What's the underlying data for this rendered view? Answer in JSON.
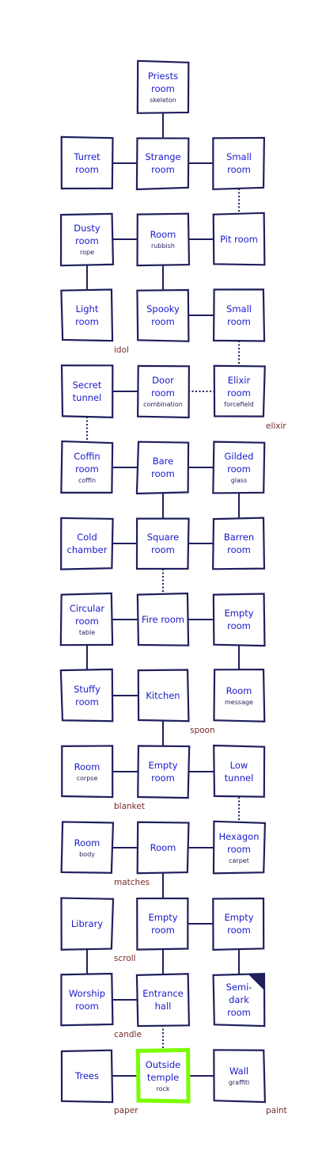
{
  "colors": {
    "room_border": "#1f1f5e",
    "room_text": "#1a1acc",
    "item_text": "#1f1f5e",
    "outside_item_text": "#7a2a2a",
    "current_room_highlight": "#7cfc00"
  },
  "rooms": [
    {
      "id": "priests-room",
      "name": [
        "Priests",
        "room"
      ],
      "item": "skeleton",
      "row": 0,
      "col": 1
    },
    {
      "id": "turret-room",
      "name": [
        "Turret",
        "room"
      ],
      "item": "",
      "row": 1,
      "col": 0
    },
    {
      "id": "strange-room",
      "name": [
        "Strange",
        "room"
      ],
      "item": "",
      "row": 1,
      "col": 1
    },
    {
      "id": "small-room-1",
      "name": [
        "Small",
        "room"
      ],
      "item": "",
      "row": 1,
      "col": 2
    },
    {
      "id": "dusty-room",
      "name": [
        "Dusty",
        "room"
      ],
      "item": "rope",
      "row": 2,
      "col": 0
    },
    {
      "id": "room-rubbish",
      "name": [
        "Room"
      ],
      "item": "rubbish",
      "row": 2,
      "col": 1
    },
    {
      "id": "pit-room",
      "name": [
        "Pit room"
      ],
      "item": "",
      "row": 2,
      "col": 2
    },
    {
      "id": "light-room",
      "name": [
        "Light",
        "room"
      ],
      "item": "",
      "row": 3,
      "col": 0
    },
    {
      "id": "spooky-room",
      "name": [
        "Spooky",
        "room"
      ],
      "item": "",
      "row": 3,
      "col": 1
    },
    {
      "id": "small-room-2",
      "name": [
        "Small",
        "room"
      ],
      "item": "",
      "row": 3,
      "col": 2
    },
    {
      "id": "secret-tunnel",
      "name": [
        "Secret",
        "tunnel"
      ],
      "item": "",
      "row": 4,
      "col": 0
    },
    {
      "id": "door-room",
      "name": [
        "Door",
        "room"
      ],
      "item": "combination",
      "row": 4,
      "col": 1
    },
    {
      "id": "elixir-room",
      "name": [
        "Elixir",
        "room"
      ],
      "item": "forcefield",
      "row": 4,
      "col": 2
    },
    {
      "id": "coffin-room",
      "name": [
        "Coffin",
        "room"
      ],
      "item": "coffin",
      "row": 5,
      "col": 0
    },
    {
      "id": "bare-room",
      "name": [
        "Bare",
        "room"
      ],
      "item": "",
      "row": 5,
      "col": 1
    },
    {
      "id": "gilded-room",
      "name": [
        "Gilded",
        "room"
      ],
      "item": "glass",
      "row": 5,
      "col": 2
    },
    {
      "id": "cold-chamber",
      "name": [
        "Cold",
        "chamber"
      ],
      "item": "",
      "row": 6,
      "col": 0
    },
    {
      "id": "square-room",
      "name": [
        "Square",
        "room"
      ],
      "item": "",
      "row": 6,
      "col": 1
    },
    {
      "id": "barren-room",
      "name": [
        "Barren",
        "room"
      ],
      "item": "",
      "row": 6,
      "col": 2
    },
    {
      "id": "circular-room",
      "name": [
        "Circular",
        "room"
      ],
      "item": "table",
      "row": 7,
      "col": 0
    },
    {
      "id": "fire-room",
      "name": [
        "Fire room"
      ],
      "item": "",
      "row": 7,
      "col": 1
    },
    {
      "id": "empty-room-1",
      "name": [
        "Empty",
        "room"
      ],
      "item": "",
      "row": 7,
      "col": 2
    },
    {
      "id": "stuffy-room",
      "name": [
        "Stuffy",
        "room"
      ],
      "item": "",
      "row": 8,
      "col": 0
    },
    {
      "id": "kitchen",
      "name": [
        "Kitchen"
      ],
      "item": "",
      "row": 8,
      "col": 1
    },
    {
      "id": "room-message",
      "name": [
        "Room"
      ],
      "item": "message",
      "row": 8,
      "col": 2
    },
    {
      "id": "room-corpse",
      "name": [
        "Room"
      ],
      "item": "corpse",
      "row": 9,
      "col": 0
    },
    {
      "id": "empty-room-2",
      "name": [
        "Empty",
        "room"
      ],
      "item": "",
      "row": 9,
      "col": 1
    },
    {
      "id": "low-tunnel",
      "name": [
        "Low",
        "tunnel"
      ],
      "item": "",
      "row": 9,
      "col": 2
    },
    {
      "id": "room-body",
      "name": [
        "Room"
      ],
      "item": "body",
      "row": 10,
      "col": 0
    },
    {
      "id": "room-plain",
      "name": [
        "Room"
      ],
      "item": "",
      "row": 10,
      "col": 1
    },
    {
      "id": "hexagon-room",
      "name": [
        "Hexagon",
        "room"
      ],
      "item": "carpet",
      "row": 10,
      "col": 2
    },
    {
      "id": "library",
      "name": [
        "Library"
      ],
      "item": "",
      "row": 11,
      "col": 0
    },
    {
      "id": "empty-room-3",
      "name": [
        "Empty",
        "room"
      ],
      "item": "",
      "row": 11,
      "col": 1
    },
    {
      "id": "empty-room-4",
      "name": [
        "Empty",
        "room"
      ],
      "item": "",
      "row": 11,
      "col": 2
    },
    {
      "id": "worship-room",
      "name": [
        "Worship",
        "room"
      ],
      "item": "",
      "row": 12,
      "col": 0
    },
    {
      "id": "entrance-hall",
      "name": [
        "Entrance",
        "hall"
      ],
      "item": "",
      "row": 12,
      "col": 1
    },
    {
      "id": "semi-dark-room",
      "name": [
        "Semi-",
        "dark",
        "room"
      ],
      "item": "",
      "row": 12,
      "col": 2,
      "dark_corner": true
    },
    {
      "id": "trees",
      "name": [
        "Trees"
      ],
      "item": "",
      "row": 13,
      "col": 0
    },
    {
      "id": "outside-temple",
      "name": [
        "Outside",
        "temple"
      ],
      "item": "rock",
      "row": 13,
      "col": 1,
      "current": true
    },
    {
      "id": "wall",
      "name": [
        "Wall"
      ],
      "item": "graffiti",
      "row": 13,
      "col": 2
    }
  ],
  "connections": [
    {
      "from": "priests-room",
      "to": "strange-room",
      "style": "solid"
    },
    {
      "from": "turret-room",
      "to": "strange-room",
      "style": "solid"
    },
    {
      "from": "strange-room",
      "to": "small-room-1",
      "style": "solid"
    },
    {
      "from": "small-room-1",
      "to": "pit-room",
      "style": "dotted"
    },
    {
      "from": "dusty-room",
      "to": "room-rubbish",
      "style": "solid"
    },
    {
      "from": "room-rubbish",
      "to": "pit-room",
      "style": "solid"
    },
    {
      "from": "dusty-room",
      "to": "light-room",
      "style": "solid"
    },
    {
      "from": "room-rubbish",
      "to": "spooky-room",
      "style": "solid"
    },
    {
      "from": "spooky-room",
      "to": "small-room-2",
      "style": "solid"
    },
    {
      "from": "small-room-2",
      "to": "elixir-room",
      "style": "dotted"
    },
    {
      "from": "secret-tunnel",
      "to": "door-room",
      "style": "solid"
    },
    {
      "from": "door-room",
      "to": "elixir-room",
      "style": "dotted"
    },
    {
      "from": "secret-tunnel",
      "to": "coffin-room",
      "style": "dotted"
    },
    {
      "from": "coffin-room",
      "to": "bare-room",
      "style": "solid"
    },
    {
      "from": "bare-room",
      "to": "gilded-room",
      "style": "solid"
    },
    {
      "from": "bare-room",
      "to": "square-room",
      "style": "solid"
    },
    {
      "from": "gilded-room",
      "to": "barren-room",
      "style": "solid"
    },
    {
      "from": "cold-chamber",
      "to": "square-room",
      "style": "solid"
    },
    {
      "from": "square-room",
      "to": "barren-room",
      "style": "solid"
    },
    {
      "from": "square-room",
      "to": "fire-room",
      "style": "dotted"
    },
    {
      "from": "circular-room",
      "to": "fire-room",
      "style": "solid"
    },
    {
      "from": "fire-room",
      "to": "empty-room-1",
      "style": "solid"
    },
    {
      "from": "circular-room",
      "to": "stuffy-room",
      "style": "solid"
    },
    {
      "from": "empty-room-1",
      "to": "room-message",
      "style": "solid"
    },
    {
      "from": "stuffy-room",
      "to": "kitchen",
      "style": "solid"
    },
    {
      "from": "kitchen",
      "to": "empty-room-2",
      "style": "solid"
    },
    {
      "from": "room-corpse",
      "to": "empty-room-2",
      "style": "solid"
    },
    {
      "from": "empty-room-2",
      "to": "low-tunnel",
      "style": "solid"
    },
    {
      "from": "low-tunnel",
      "to": "hexagon-room",
      "style": "dotted"
    },
    {
      "from": "room-body",
      "to": "room-plain",
      "style": "solid"
    },
    {
      "from": "room-plain",
      "to": "hexagon-room",
      "style": "solid"
    },
    {
      "from": "room-plain",
      "to": "empty-room-3",
      "style": "solid"
    },
    {
      "from": "empty-room-3",
      "to": "empty-room-4",
      "style": "solid"
    },
    {
      "from": "empty-room-4",
      "to": "semi-dark-room",
      "style": "solid"
    },
    {
      "from": "empty-room-3",
      "to": "entrance-hall",
      "style": "solid"
    },
    {
      "from": "library",
      "to": "worship-room",
      "style": "solid"
    },
    {
      "from": "worship-room",
      "to": "entrance-hall",
      "style": "solid"
    },
    {
      "from": "entrance-hall",
      "to": "outside-temple",
      "style": "dotted"
    },
    {
      "from": "trees",
      "to": "outside-temple",
      "style": "solid"
    },
    {
      "from": "outside-temple",
      "to": "wall",
      "style": "solid"
    }
  ],
  "outside_items": [
    {
      "text": "idol",
      "row": 3,
      "col": 0
    },
    {
      "text": "elixir",
      "row": 4,
      "col": 2
    },
    {
      "text": "spoon",
      "row": 8,
      "col": 1
    },
    {
      "text": "blanket",
      "row": 9,
      "col": 0
    },
    {
      "text": "matches",
      "row": 10,
      "col": 0
    },
    {
      "text": "scroll",
      "row": 11,
      "col": 0
    },
    {
      "text": "candle",
      "row": 12,
      "col": 0
    },
    {
      "text": "paper",
      "row": 13,
      "col": 0
    },
    {
      "text": "paint",
      "row": 13,
      "col": 2
    }
  ]
}
